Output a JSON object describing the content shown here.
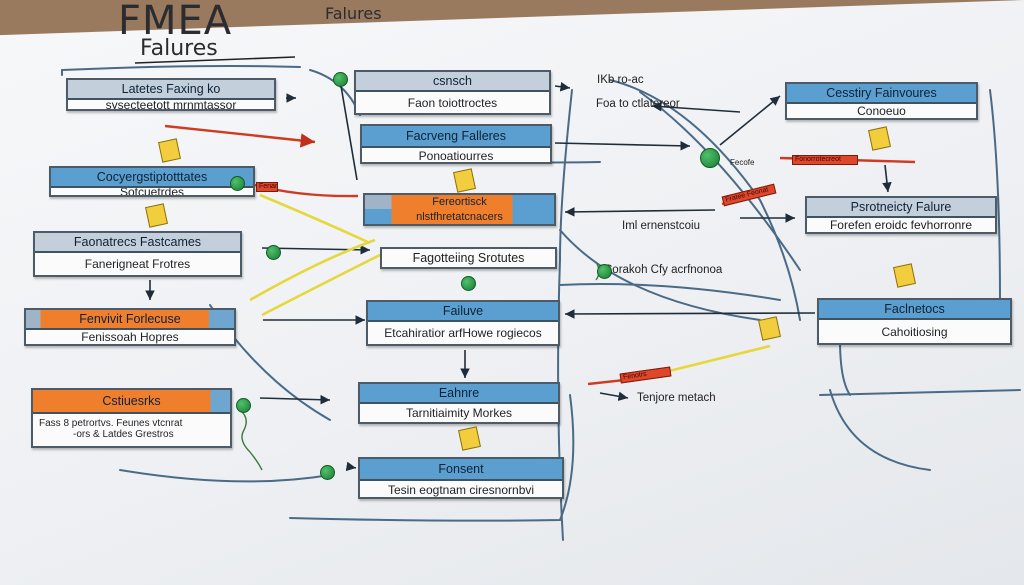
{
  "header": {
    "title": "FMEA",
    "subtitle": "Falures",
    "top_label": "Falures"
  },
  "nodes": {
    "a1": {
      "head": "Latetes Faxing ko",
      "body": "sysecteetott mrnmtassor"
    },
    "a2": {
      "head": "Cocyergstiptotttates",
      "body": "Sotcuetrdes"
    },
    "a3": {
      "head": "Faonatrecs Fastcames",
      "body": "Fanerigneat Frotres"
    },
    "a4": {
      "head": "Fenvivit Forlecuse",
      "body": "Fenissoah Hopres"
    },
    "a5": {
      "head": "Cstiuesrks",
      "line1": "Fass 8 petrortvs. Feunes vtcnrat",
      "line2": "-ors & Latdes Grestros"
    },
    "b1": {
      "head": "csnsch",
      "body": "Faon toiottroctes"
    },
    "b2": {
      "head": "Facrveng Falleres",
      "body": "Ponoatiourres"
    },
    "b3": {
      "head": "Fereortisck",
      "body": "nlstfhretatcnacers"
    },
    "b4": {
      "text": "Fagotteiing Srotutes"
    },
    "b5": {
      "head": "Failuve",
      "body": "Etcahiratior arfHowe rogiecos"
    },
    "b6": {
      "head": "Eahnre",
      "body": "Tarnitiaimity Morkes"
    },
    "b7": {
      "head": "Fonsent",
      "body": "Tesin eogtnam ciresnornbvi"
    },
    "c1": {
      "head": "Cesstiry Fainvoures",
      "body": "Conoeuo"
    },
    "c2": {
      "head": "Psrotneicty Falure",
      "body": "Forefen eroidc fevhorronre"
    },
    "c3": {
      "head": "Faclnetocs",
      "body": "Cahoitiosing"
    }
  },
  "labels": {
    "l1": "IKb ro-ac",
    "l2": "Foa to ctlatereor",
    "l3": "Iml ernenstcoiu",
    "l4": "Corakoh Cfy acrfnonoa",
    "l5": "Tenjore metach",
    "l6": "Fecofe"
  },
  "tags": {
    "t1": "Fonorrotecreot",
    "t2": "Fratee Feonat",
    "t3": "Fenotrs",
    "t4": "Fenarkes fotres"
  },
  "colors": {
    "accent": "#5b9fd0",
    "orange": "#f07f2d",
    "red": "#d9391f",
    "yellow": "#e7d84a",
    "line": "#4a6a86"
  }
}
